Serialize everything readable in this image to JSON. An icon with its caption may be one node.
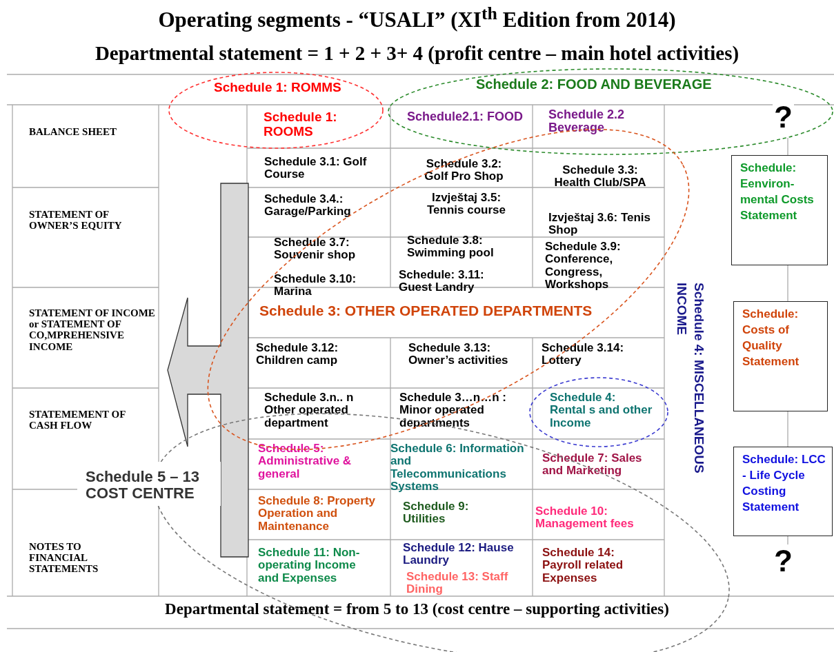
{
  "diagram": {
    "title": "Operating segments - “USALI” (XI$^{th}$ Edition from 2014)",
    "nodes": [
      {
        "text": [
          "Schedule 1: ROMMS"
        ]
      },
      {
        "text": [
          "Schedule 2: FOOD AND BEVERAGE"
        ]
      },
      {
        "text": [
          "?"
        ],
        "in": 1
      },
      {
        "text": [
          "Schedule: Eenviron- mental Costs Statement"
        ]
      },
      {
        "text": [
          "Schedule 3: OTHER OPERATED DEPARTMENTS"
        ]
      },
      {
        "text": [
          "Schedule: Costs of Quality Statement"
        ]
      },
      {
        "text": [
          "Schedule 4: Rental s and other Income"
        ]
      },
      {
        "text": [
          "Schedule 5 – 13 COST CENTRE"
        ]
      },
      {
        "text": [
          "Schedule: LCC - Life Cycle Costing Statement"
        ]
      },
      {
        "text": [
          "?"
        ]
      }
    ],
    "edges": [
      {
        "from": 2,
        "to": 3,
        "arrow": "none"
      },
      {
        "from": 3,
        "to": 5,
        "arrow": "none"
      },
      {
        "from": 5,
        "to": 8,
        "arrow": "none"
      },
      {
        "from": 8,
        "to": 9,
        "arrow": "none"
      }
    ],
    "labels": [
      "Departmental statement = 1 + 2 + 3+ 4 (profit centre – main hotel activities)",
      "BALANCE SHEET",
      "Schedule 1: ROOMS",
      "Schedule2.1: FOOD",
      "Schedule 2.2 Beverage",
      "Schedule 3.1: Golf Course",
      "Schedule 3.2: Golf Pro Shop",
      "Schedule 3.3: Health Club/SPA",
      "STATEMENT OF OWNER’S EQUITY",
      "Schedule 3.4.: Garage/Parking",
      "Izvještaj 3.5: Tennis course",
      "Izvještaj 3.6: Tenis Shop",
      "Schedule 3.7: Souvenir shop",
      "Schedule 3.8: Swimming pool",
      "Schedule 3.9: Conference, Congress, Workshops",
      "Schedule 3.10: Marina",
      "Schedule: 3.11: Guest Landry",
      "STATEMENT OF INCOME or STATEMENT OF CO,MPREHENSIVE INCOME",
      "Schedule 3.12: Children camp",
      "Schedule 3.13: Owner’s activities",
      "Schedule 3.14: Lottery",
      "Schedule 4: MISCELLANEOUS INCOME",
      "STATEMEMENT OF CASH FLOW",
      "Schedule 3.n.. n Other operated department",
      "Schedule 3…n…n : Minor operated departments",
      "Schedule 5: Administrative & general",
      "Schedule 6: Information and Telecommunications Systems",
      "Schedule 7: Sales and Marketing",
      "NOTES TO FINANCIAL STATEMENTS",
      "Schedule 8: Property Operation and Maintenance",
      "Schedule 9: Utilities",
      "Schedule 10: Management fees",
      "Schedule 11: Non-operating Income and Expenses",
      "Schedule 12: Hause Laundry",
      "Schedule 13: Staff Dining",
      "Schedule 14: Payroll related Expenses",
      "Departmental statement = from 5 to 13 (cost centre – supporting activities)"
    ]
  }
}
